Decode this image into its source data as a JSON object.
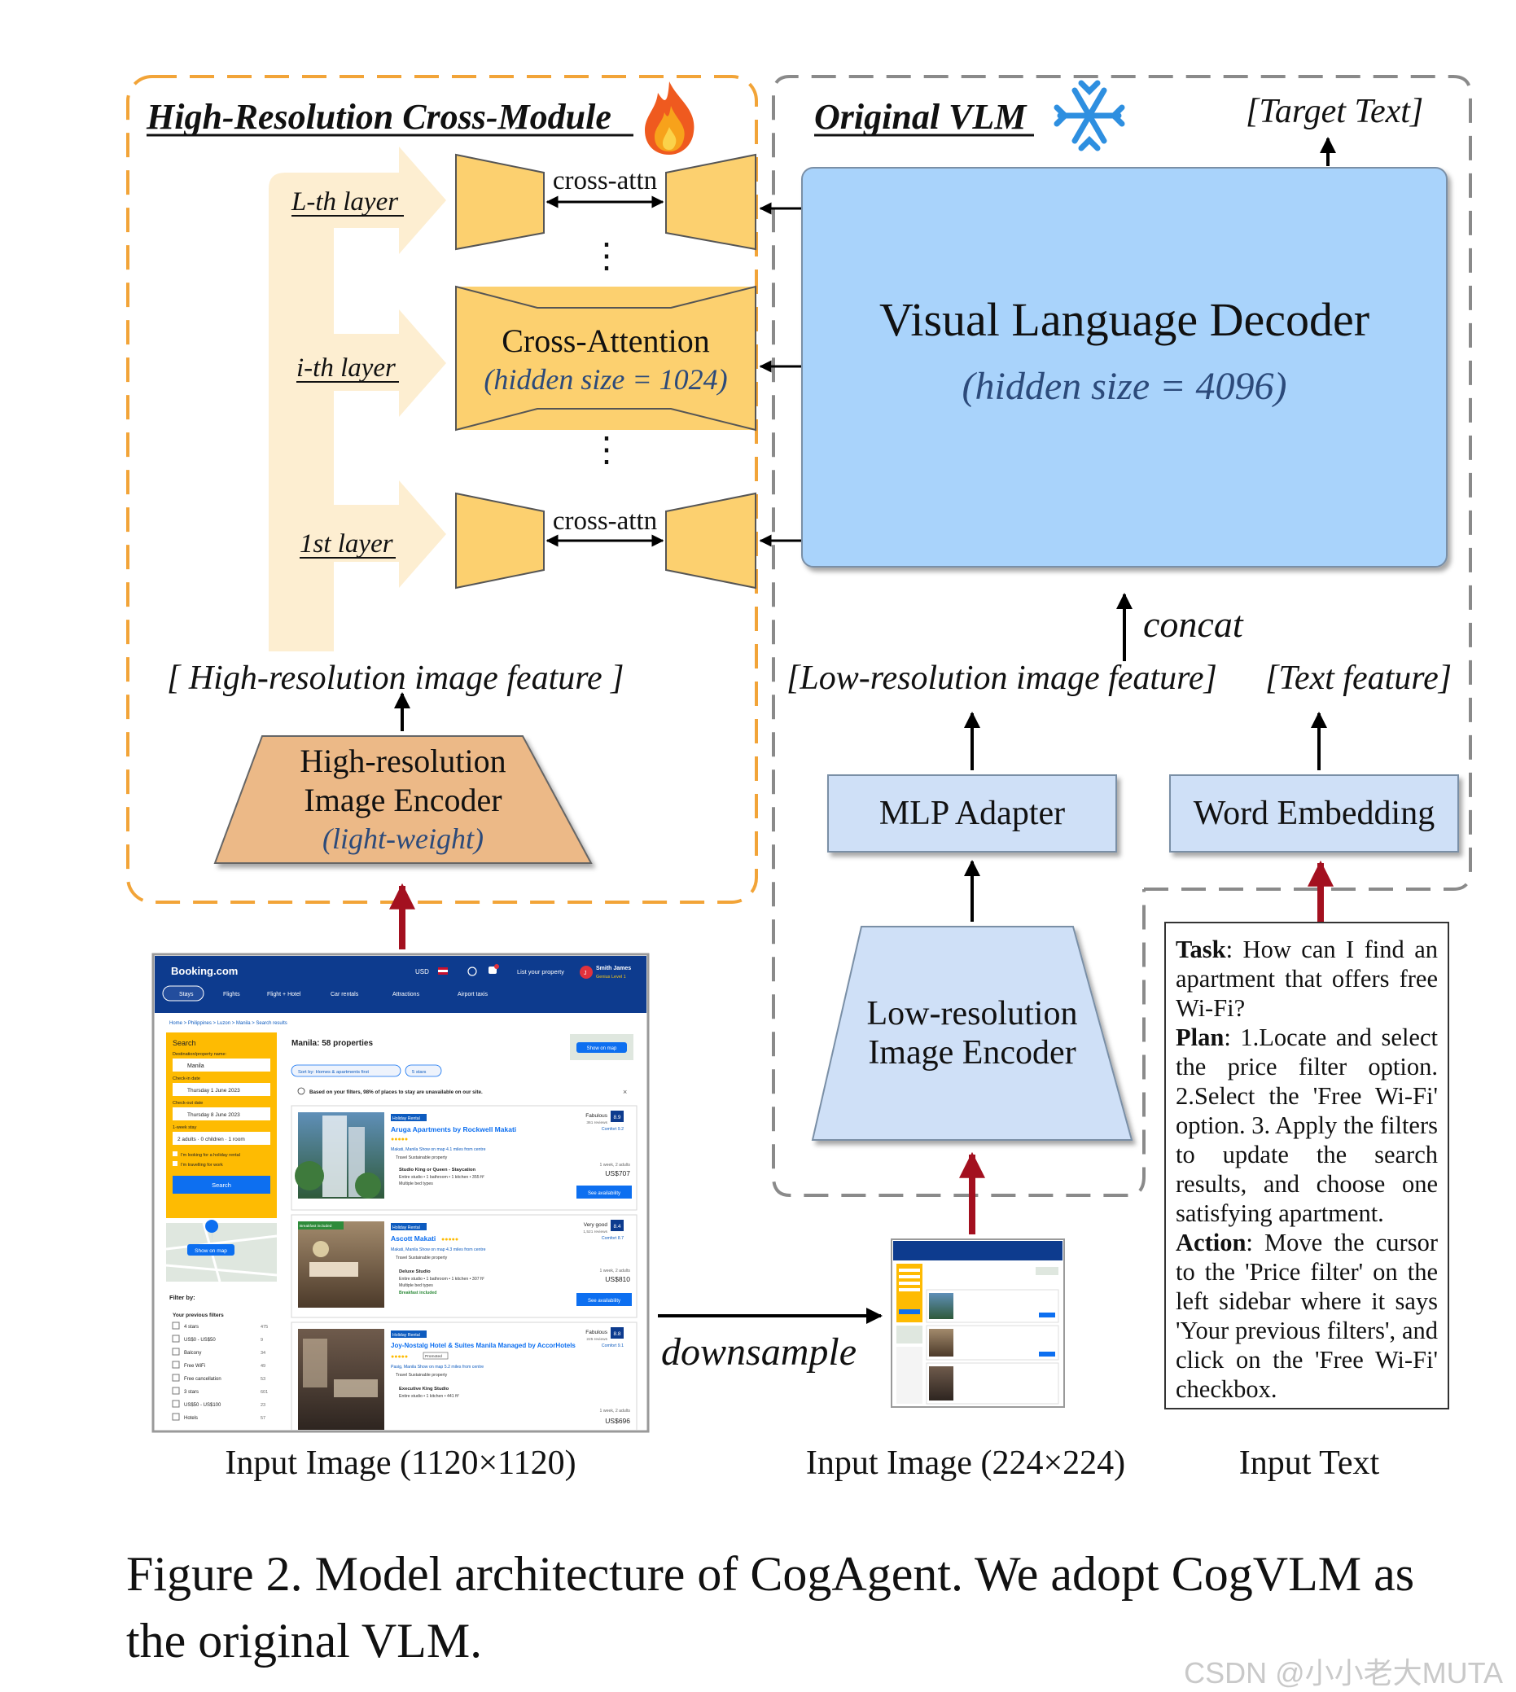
{
  "high_res_module": {
    "title": "High-Resolution Cross-Module",
    "layers": [
      "L-th layer",
      "i-th layer",
      "1st layer"
    ],
    "cross_attn_label": "cross-attn",
    "cross_attention_title": "Cross-Attention",
    "cross_attention_hidden": "(hidden size = 1024)",
    "feature_label": "[ High-resolution image feature ]",
    "encoder_line1": "High-resolution",
    "encoder_line2": "Image Encoder",
    "encoder_line3": "(light-weight)",
    "fire_icon": "fire-icon"
  },
  "original_vlm": {
    "title": "Original VLM",
    "snowflake_icon": "snowflake-icon",
    "target_text": "[Target Text]",
    "decoder_title": "Visual Language Decoder",
    "decoder_hidden": "(hidden size = 4096)",
    "concat_label": "concat",
    "low_res_feature": "[Low-resolution image feature]",
    "text_feature": "[Text feature]",
    "mlp_adapter": "MLP Adapter",
    "word_embedding": "Word Embedding",
    "low_encoder_line1": "Low-resolution",
    "low_encoder_line2": "Image Encoder"
  },
  "inputs": {
    "downsample": "downsample",
    "input_hi_res": "Input Image (1120×1120)",
    "input_lo_res": "Input Image (224×224)",
    "input_text": "Input Text"
  },
  "task": {
    "task_label": "Task",
    "task_text": ": How can I find an apartment that offers free Wi-Fi?",
    "plan_label": "Plan",
    "plan_text": ": 1.Locate and select the price filter option. 2.Select the 'Free Wi-Fi' option. 3. Apply the filters to update the search results, and choose one satisfying apartment.",
    "action_label": "Action",
    "action_text": ": Move the cursor to the 'Price filter' on the left sidebar where it says 'Your previous filters', and click on the 'Free Wi-Fi' checkbox."
  },
  "screenshot": {
    "brand": "Booking.com",
    "currency": "USD",
    "list_property": "List your property",
    "user_name": "Smith James",
    "user_level": "Genius Level 1",
    "nav_tabs": [
      "Stays",
      "Flights",
      "Flight + Hotel",
      "Car rentals",
      "Attractions",
      "Airport taxis"
    ],
    "breadcrumb": "Home  >  Philippines  >  Luzon  >  Manila  >  Search results",
    "search_title": "Search",
    "destination_label": "Destination/property name:",
    "destination_value": "Manila",
    "checkin_label": "Check-in date",
    "checkin_value": "Thursday 1 June 2023",
    "checkout_label": "Check-out date",
    "checkout_value": "Thursday 8 June 2023",
    "stay_length": "1-week stay",
    "guests": "2 adults · 0 children · 1 room",
    "checkbox_1": "I'm looking for a holiday rental",
    "checkbox_2": "I'm travelling for work",
    "search_button": "Search",
    "show_on_map": "Show on map",
    "filter_by": "Filter by:",
    "previous_filters": "Your previous filters",
    "filters": [
      {
        "label": "4 stars",
        "count": "475"
      },
      {
        "label": "US$0 - US$50",
        "count": "9"
      },
      {
        "label": "Balcony",
        "count": "34"
      },
      {
        "label": "Free WiFi",
        "count": "49"
      },
      {
        "label": "Free cancellation",
        "count": "53"
      },
      {
        "label": "3 stars",
        "count": "601"
      },
      {
        "label": "US$50 - US$100",
        "count": "23"
      },
      {
        "label": "Hotels",
        "count": "57"
      }
    ],
    "results_title": "Manila: 58 properties",
    "sort_by": "Sort by: Homes & apartments first",
    "stars_chip": "5 stars",
    "notice": "Based on your filters, 98% of places to stay are unavailable on our site.",
    "listings": [
      {
        "badge": "Holiday Rental",
        "name": "Aruga Apartments by Rockwell Makati",
        "rating_word": "Fabulous",
        "reviews": "361 reviews",
        "score": "8.9",
        "comfort": "Comfort 9.2",
        "location": "Makati, Manila   Show on map   4.1 miles from centre",
        "sustainable": "Travel Sustainable property",
        "room": "Studio King or Queen - Staycation",
        "room_detail": "Entire studio • 1 bathroom • 1 kitchen • 355 ft²",
        "beds": "Multiple bed types",
        "stay": "1 week, 2 adults",
        "price": "US$707",
        "cta": "See availability"
      },
      {
        "badge": "Holiday Rental",
        "name": "Ascott Makati",
        "rating_word": "Very good",
        "reviews": "1,521 reviews",
        "score": "8.4",
        "comfort": "Comfort 8.7",
        "location": "Makati, Manila   Show on map   4.3 miles from centre",
        "sustainable": "Travel Sustainable property",
        "room": "Deluxe Studio",
        "room_detail": "Entire studio • 1 bathroom • 1 kitchen • 307 ft²",
        "beds": "Multiple bed types",
        "extra": "Breakfast included",
        "photo_badge": "Breakfast included",
        "stay": "1 week, 2 adults",
        "price": "US$810",
        "cta": "See availability"
      },
      {
        "badge": "Holiday Rental",
        "name": "Joy-Nostalg Hotel & Suites Manila Managed by AccorHotels",
        "promoted": "Promoted",
        "rating_word": "Fabulous",
        "reviews": "225 reviews",
        "score": "8.8",
        "comfort": "Comfort 9.1",
        "location": "Pasig, Manila   Show on map   5.2 miles from centre",
        "sustainable": "Travel Sustainable property",
        "room": "Executive King Studio",
        "room_detail": "Entire studio • 1 kitchen • 441 ft²",
        "stay": "1 week, 2 adults",
        "price": "US$696"
      }
    ]
  },
  "caption": "Figure 2. Model architecture of CogAgent. We adopt CogVLM as the original VLM.",
  "watermark": "CSDN @小小老大MUTA"
}
